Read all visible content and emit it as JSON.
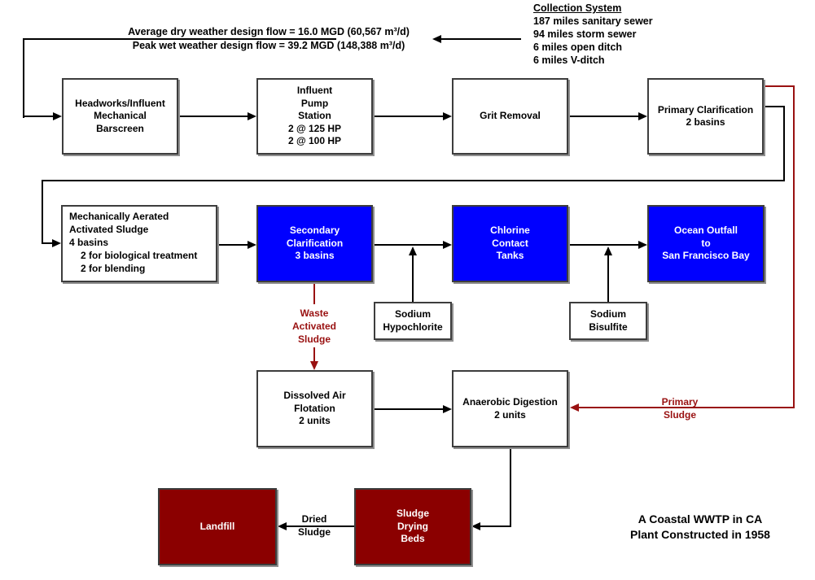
{
  "colors": {
    "process_blue": "#0000ff",
    "sludge_red": "#8b0000",
    "flow_red": "#991111"
  },
  "annotations": {
    "design_flow": {
      "line1": "Average dry weather design flow = 16.0 MGD (60,567 m³/d)",
      "line2": "Peak wet weather design flow = 39.2 MGD (148,388 m³/d)"
    },
    "collection_system": {
      "title": "Collection System",
      "items": [
        "187 miles sanitary sewer",
        "94 miles storm sewer",
        "6 miles open ditch",
        "6 miles V-ditch"
      ]
    },
    "waste_activated_sludge": {
      "line1": "Waste",
      "line2": "Activated",
      "line3": "Sludge"
    },
    "primary_sludge": {
      "line1": "Primary",
      "line2": "Sludge"
    },
    "dried_sludge": {
      "line1": "Dried",
      "line2": "Sludge"
    },
    "caption": {
      "line1": "A Coastal WWTP in CA",
      "line2": "Plant Constructed in 1958"
    }
  },
  "boxes": {
    "headworks": {
      "lines": [
        "Headworks/Influent",
        "Mechanical",
        "Barscreen"
      ]
    },
    "influent_pump_station": {
      "lines": [
        "Influent",
        "Pump",
        "Station",
        "2 @ 125 HP",
        "2 @ 100 HP"
      ]
    },
    "grit_removal": {
      "lines": [
        "Grit Removal"
      ]
    },
    "primary_clarification": {
      "lines": [
        "Primary Clarification",
        "2 basins"
      ]
    },
    "activated_sludge": {
      "lines": [
        "Mechanically Aerated",
        "Activated Sludge",
        "4 basins",
        "2 for biological treatment",
        "2 for blending"
      ]
    },
    "secondary_clarification": {
      "lines": [
        "Secondary",
        "Clarification",
        "3 basins"
      ]
    },
    "chlorine_contact": {
      "lines": [
        "Chlorine",
        "Contact",
        "Tanks"
      ]
    },
    "ocean_outfall": {
      "lines": [
        "Ocean Outfall",
        "to",
        "San Francisco Bay"
      ]
    },
    "sodium_hypochlorite": {
      "lines": [
        "Sodium",
        "Hypochlorite"
      ]
    },
    "sodium_bisulfite": {
      "lines": [
        "Sodium",
        "Bisulfite"
      ]
    },
    "dissolved_air_flotation": {
      "lines": [
        "Dissolved Air",
        "Flotation",
        "2 units"
      ]
    },
    "anaerobic_digestion": {
      "lines": [
        "Anaerobic Digestion",
        "2 units"
      ]
    },
    "landfill": {
      "lines": [
        "Landfill"
      ]
    },
    "sludge_drying_beds": {
      "lines": [
        "Sludge",
        "Drying",
        "Beds"
      ]
    }
  }
}
